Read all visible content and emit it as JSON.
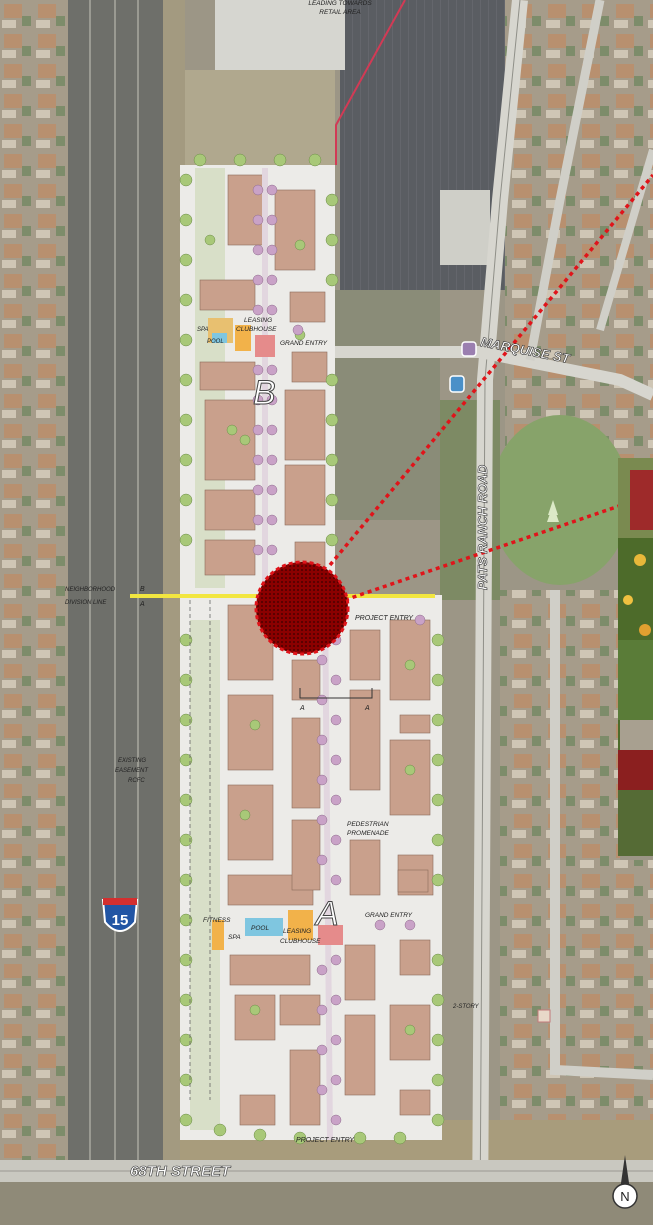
{
  "labels": {
    "retail_note": "LEADING TOWARDS",
    "retail_note_2": "RETAIL AREA",
    "marquise": "MARQUISE ST",
    "pats_ranch": "PATS RANCH ROAD",
    "street_68": "68TH STREET",
    "highway_shield": "15",
    "north_arrow": "N",
    "phase_a": "A",
    "phase_b": "B",
    "neighborhood_line": "NEIGHBORHOOD",
    "neighborhood_line_2": "DIVISION LINE",
    "division_b": "B",
    "division_a": "A",
    "project_entry_top": "PROJECT ENTRY",
    "project_entry_bottom": "PROJECT ENTRY",
    "grand_entry_b": "GRAND ENTRY",
    "grand_entry_a": "GRAND ENTRY",
    "leasing_b": "LEASING",
    "clubhouse_b": "CLUBHOUSE",
    "spa_b": "SPA",
    "pool_b": "POOL",
    "leasing_a": "LEASING",
    "clubhouse_a": "CLUBHOUSE",
    "fitness_a": "FITNESS",
    "spa_a": "SPA",
    "pool_a": "POOL",
    "easement": "EXISTING",
    "easement_2": "EASEMENT",
    "easement_3": "RCFC",
    "pedestrian": "PEDESTRIAN",
    "pedestrian_2": "PROMENADE",
    "two_story": "2-STORY",
    "section_a_left": "A",
    "section_a_right": "A"
  },
  "colors": {
    "highlight_circle": "#8b0000",
    "dotted_line": "#e0141a",
    "division_line": "#f2e640",
    "building": "#c9a08c",
    "paving": "#ecebe8",
    "tree_green": "#a8c878",
    "tree_purple": "#c9a2c7"
  }
}
